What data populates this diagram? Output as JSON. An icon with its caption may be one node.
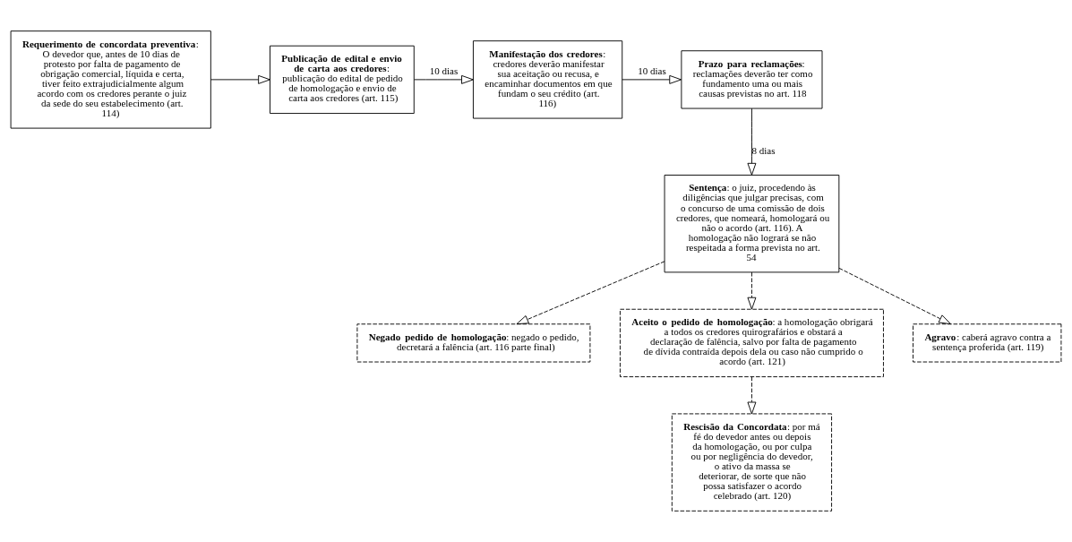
{
  "diagram": {
    "nodes": [
      {
        "text": [
          "**Requerimento de concordata preventiva**: O devedor que, antes de 10 dias de protesto por falta de pagamento de obrigação comercial, líquida e certa, tiver feito extrajudicialmente algum acordo com os credores perante o juiz da sede do seu estabelecimento (art. 114)"
        ]
      },
      {
        "text": [
          "**Publicação de edital e envio de carta aos credores**: publicação do edital de pedido de homologação e envio de carta aos credores (art. 115)"
        ]
      },
      {
        "text": [
          "**Manifestação dos credores**: credores deverão manifestar sua aceitação ou recusa, e encaminhar documentos em que fundam o seu crédito (art. 116)"
        ]
      },
      {
        "text": [
          "**Prazo para reclamações**: reclamações deverão ter como fundamento uma ou mais causas previstas no art. 118"
        ]
      },
      {
        "text": [
          "**Sentença**: o juiz, procedendo às diligências que julgar precisas, com o concurso de uma comissão de dois credores, que nomeará, homologará ou não o acordo (art. 116). A homologação não logrará se não respeitada a forma prevista no art. 54"
        ]
      },
      {
        "text": [
          "**Negado pedido de homologação**: negado o pedido, decretará a falência (art. 116 parte final)"
        ]
      },
      {
        "text": [
          "**Aceito o pedido de homologação**: a homologação obrigará a todos os credores quirografários e obstará a declaração de falência, salvo por falta de pagamento de dívida contraída depois dela ou caso não cumprido o acordo (art. 121)"
        ]
      },
      {
        "text": [
          "**Rescisão da Concordata**: por má fé do devedor antes ou depois da homologação, ou por culpa ou por negligência do devedor, o ativo da massa se deteriorar, de sorte que não possa satisfazer o acordo celebrado (art. 120)"
        ]
      },
      {
        "text": [
          "**Agravo**: caberá agravo contra a sentença proferida (art. 119)"
        ]
      }
    ],
    "edges": [
      {
        "from": 0,
        "to": 1,
        "arrow": "to"
      },
      {
        "from": 1,
        "to": 2,
        "arrow": "to",
        "label": "10 dias"
      },
      {
        "from": 2,
        "to": 3,
        "arrow": "to",
        "label": "10 dias"
      },
      {
        "from": 3,
        "to": 4,
        "arrow": "to",
        "label": "8 dias"
      },
      {
        "from": 4,
        "to": 5,
        "arrow": "to",
        "style": "dashed"
      },
      {
        "from": 4,
        "to": 6,
        "arrow": "to",
        "style": "dashed"
      },
      {
        "from": 6,
        "to": 7,
        "arrow": "to",
        "style": "dashed"
      },
      {
        "from": 4,
        "to": 8,
        "arrow": "to",
        "style": "dashed"
      }
    ]
  }
}
